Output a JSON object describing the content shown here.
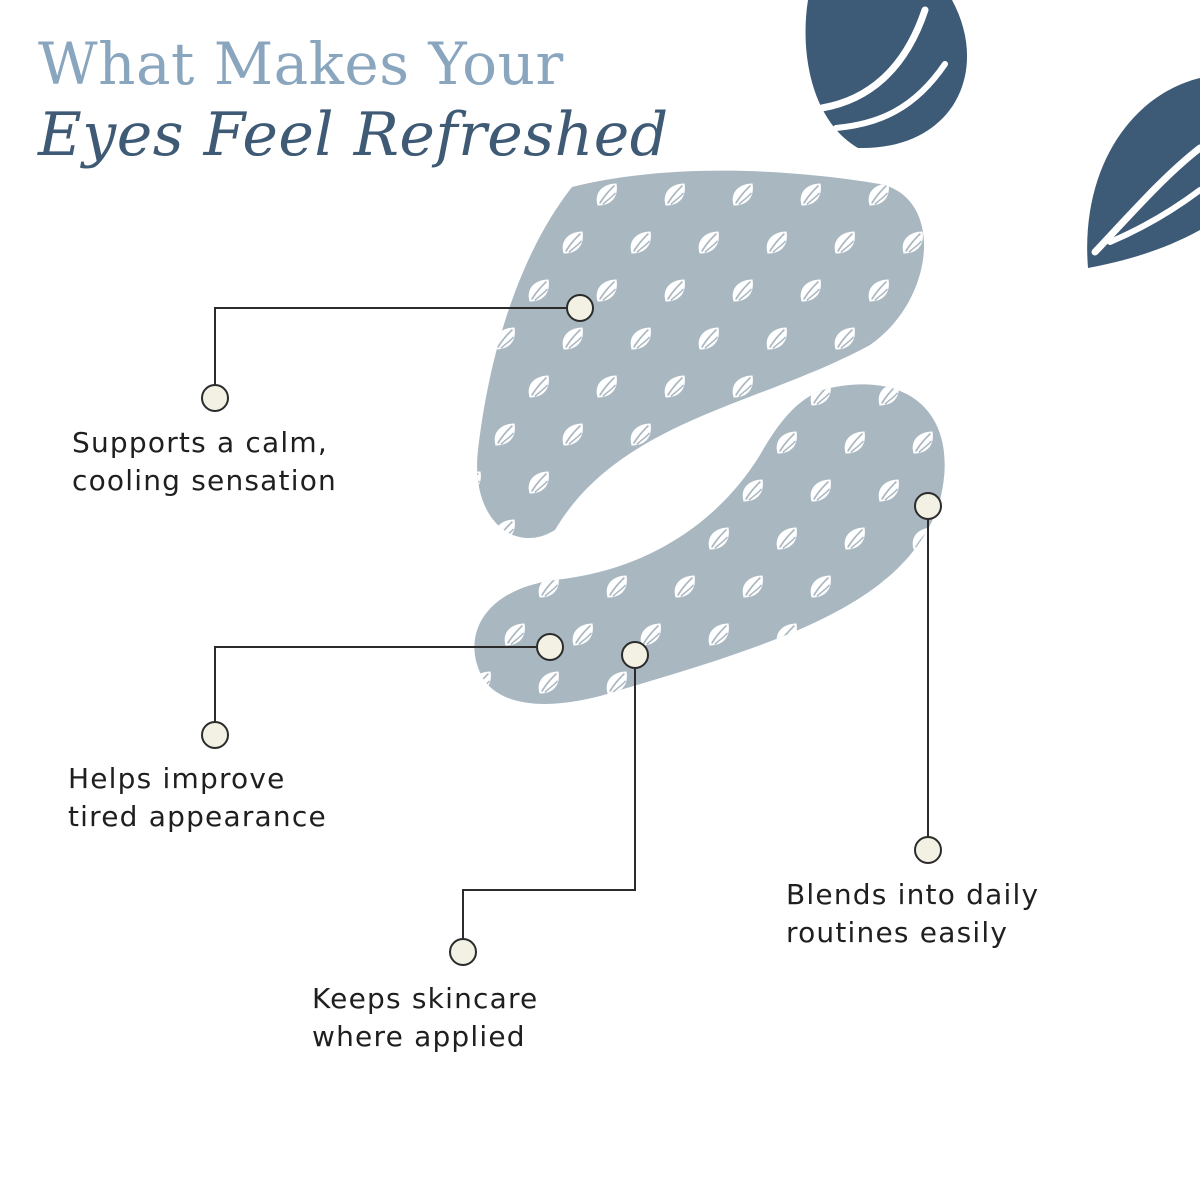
{
  "heading": {
    "line1": "What Makes Your",
    "line2": "Eyes Feel Refreshed"
  },
  "callouts": [
    {
      "text": "Supports a calm,\ncooling sensation"
    },
    {
      "text": "Helps improve\ntired appearance"
    },
    {
      "text": "Keeps skincare\nwhere applied"
    },
    {
      "text": "Blends into daily\nroutines easily"
    }
  ],
  "colors": {
    "heading_light": "#8aa6bf",
    "heading_dark": "#3f5a75",
    "leaf": "#3d5a77",
    "patch": "#a9b7c1",
    "dot_fill": "#f2f1e4",
    "line": "#2b2b2b"
  },
  "icons": [
    "leaf-icon",
    "eye-patch",
    "leaf-motif-icon",
    "connector-dot-icon"
  ]
}
